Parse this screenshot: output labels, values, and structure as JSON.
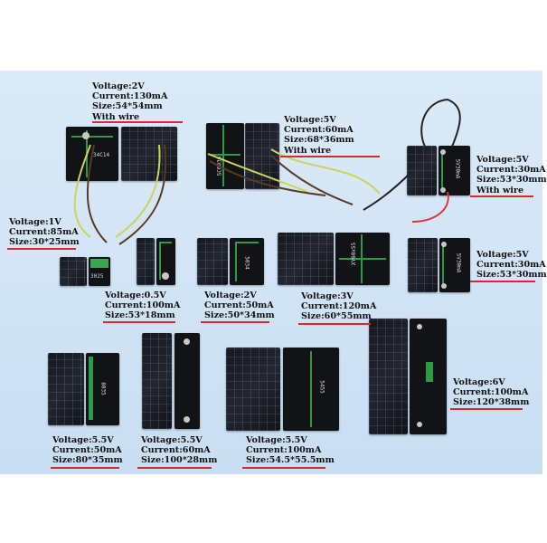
{
  "panels": [
    {
      "voltage": "Voltage:2V",
      "current": "Current:130mA",
      "size": "Size:54*54mm",
      "wire": "With wire"
    },
    {
      "voltage": "Voltage:5V",
      "current": "Current:60mA",
      "size": "Size:68*36mm",
      "wire": "With wire"
    },
    {
      "voltage": "Voltage:5V",
      "current": "Current:30mA",
      "size": "Size:53*30mm",
      "wire": "With wire"
    },
    {
      "voltage": "Voltage:1V",
      "current": "Current:85mA",
      "size": "Size:30*25mm"
    },
    {
      "voltage": "Voltage:0.5V",
      "current": "Current:100mA",
      "size": "Size:53*18mm"
    },
    {
      "voltage": "Voltage:2V",
      "current": "Current:50mA",
      "size": "Size:50*34mm"
    },
    {
      "voltage": "Voltage:3V",
      "current": "Current:120mA",
      "size": "Size:60*55mm"
    },
    {
      "voltage": "Voltage:5V",
      "current": "Current:30mA",
      "size": "Size:53*30mm"
    },
    {
      "voltage": "Voltage:5.5V",
      "current": "Current:50mA",
      "size": "Size:80*35mm"
    },
    {
      "voltage": "Voltage:5.5V",
      "current": "Current:60mA",
      "size": "Size:100*28mm"
    },
    {
      "voltage": "Voltage:5.5V",
      "current": "Current:100mA",
      "size": "Size:54.5*55.5mm"
    },
    {
      "voltage": "Voltage:6V",
      "current": "Current:100mA",
      "size": "Size:120*38mm"
    }
  ],
  "colors": {
    "background": "#d3e5f6",
    "panel": "#17191f",
    "trace": "#2f9a45",
    "underline": "#d62a2a"
  }
}
